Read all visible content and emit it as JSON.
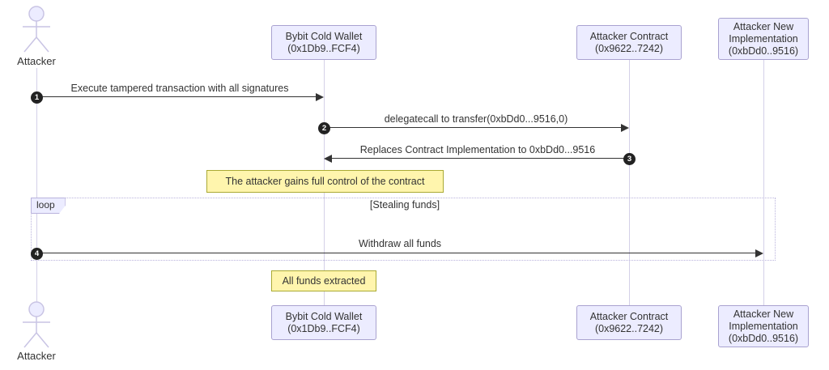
{
  "actors": {
    "attacker_top": "Attacker",
    "attacker_bottom": "Attacker"
  },
  "participants": {
    "bybit": {
      "line1": "Bybit Cold Wallet",
      "line2": "(0x1Db9..FCF4)"
    },
    "contract": {
      "line1": "Attacker Contract",
      "line2": "(0x9622..7242)"
    },
    "impl": {
      "line1": "Attacker New",
      "line2": "Implementation",
      "line3": "(0xbDd0..9516)"
    }
  },
  "messages": {
    "m1": {
      "num": "1",
      "text": "Execute tampered transaction with all signatures"
    },
    "m2": {
      "num": "2",
      "text": "delegatecall to transfer(0xbDd0...9516,0)"
    },
    "m3": {
      "num": "3",
      "text": "Replaces Contract Implementation to 0xbDd0...9516"
    },
    "m4": {
      "num": "4",
      "text": "Withdraw all funds"
    }
  },
  "notes": {
    "control": "The attacker gains full control of the contract",
    "extracted": "All funds extracted"
  },
  "loop": {
    "label": "loop",
    "condition": "[Stealing funds]"
  },
  "colors": {
    "participant_fill": "#ECECFF",
    "participant_border": "#A9A2D0",
    "note_fill": "#FFF5AD",
    "note_border": "#AAAA33",
    "arrow": "#333333",
    "lifeline": "#D4D0E8",
    "number_badge": "#222222"
  }
}
